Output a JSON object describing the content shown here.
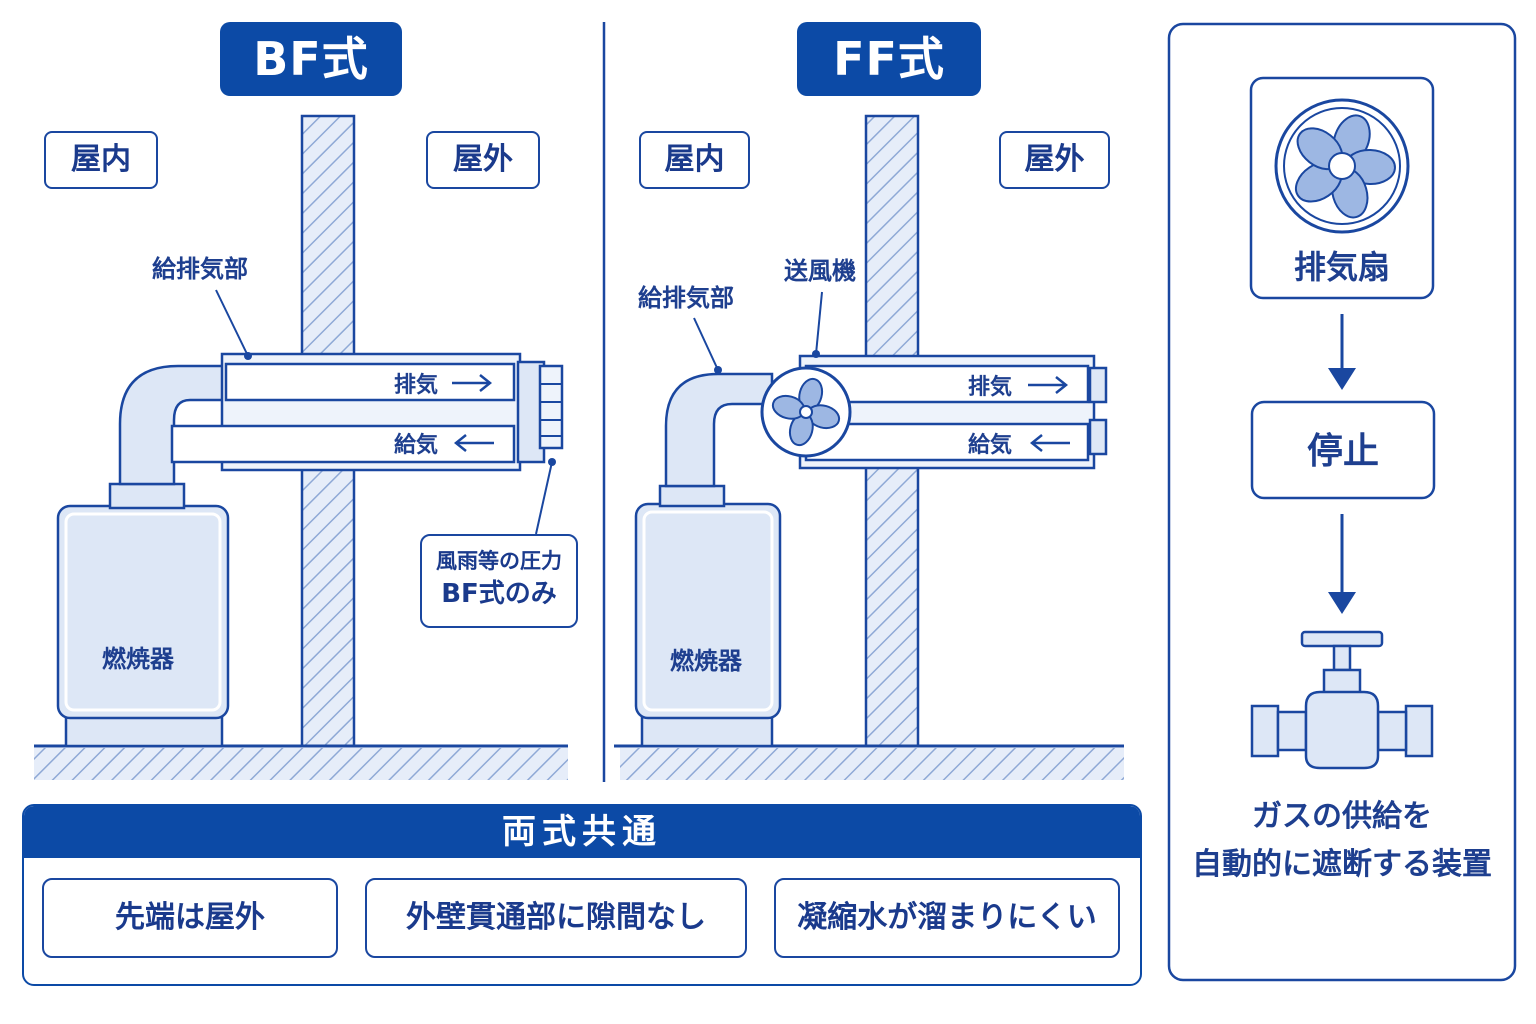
{
  "bf": {
    "title": "BF式",
    "indoor": "屋内",
    "outdoor": "屋外",
    "vent_part": "給排気部",
    "exhaust": "排気",
    "intake": "給気",
    "burner": "燃焼器",
    "note_line1": "風雨等の圧力",
    "note_line2": "BF式のみ"
  },
  "ff": {
    "title": "FF式",
    "indoor": "屋内",
    "outdoor": "屋外",
    "vent_part": "給排気部",
    "blower": "送風機",
    "exhaust": "排気",
    "intake": "給気",
    "burner": "燃焼器"
  },
  "right_panel": {
    "fan_label": "排気扇",
    "stop_label": "停止",
    "desc_line1": "ガスの供給を",
    "desc_line2": "自動的に遮断する装置"
  },
  "common": {
    "heading": "両式共通",
    "items": [
      "先端は屋外",
      "外壁貫通部に隙間なし",
      "凝縮水が溜まりにくい"
    ]
  },
  "colors": {
    "accent": "#0c4aa6",
    "line": "#1a47a0",
    "fill_light": "#dde7f6"
  },
  "icons": [
    "fan-icon",
    "arrow-right-icon",
    "arrow-left-icon",
    "arrow-down-icon",
    "gas-valve-icon"
  ]
}
